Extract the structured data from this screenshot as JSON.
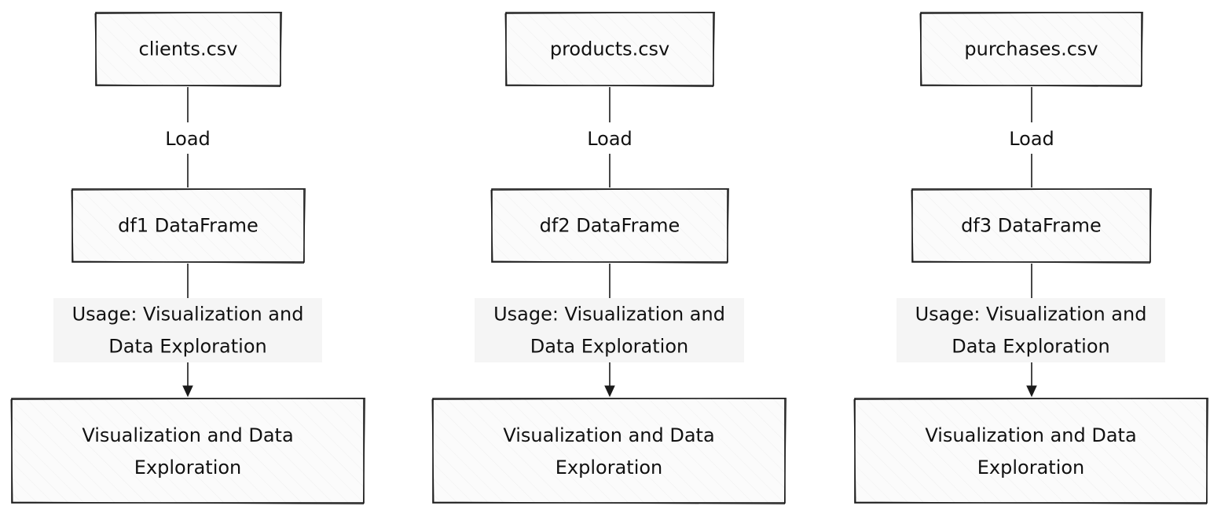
{
  "columns": [
    {
      "source": "clients.csv",
      "load_label": "Load",
      "dataframe": "df1 DataFrame",
      "usage_label": [
        "Usage: Visualization and",
        "Data Exploration"
      ],
      "target": [
        "Visualization and Data",
        "Exploration"
      ]
    },
    {
      "source": "products.csv",
      "load_label": "Load",
      "dataframe": "df2 DataFrame",
      "usage_label": [
        "Usage: Visualization and",
        "Data Exploration"
      ],
      "target": [
        "Visualization and Data",
        "Exploration"
      ]
    },
    {
      "source": "purchases.csv",
      "load_label": "Load",
      "dataframe": "df3 DataFrame",
      "usage_label": [
        "Usage: Visualization and",
        "Data Exploration"
      ],
      "target": [
        "Visualization and Data",
        "Exploration"
      ]
    }
  ],
  "colors": {
    "stroke": "#1a1a1a",
    "node_fill": "#f7f7f7",
    "label_fill": "#f5f5f5"
  }
}
